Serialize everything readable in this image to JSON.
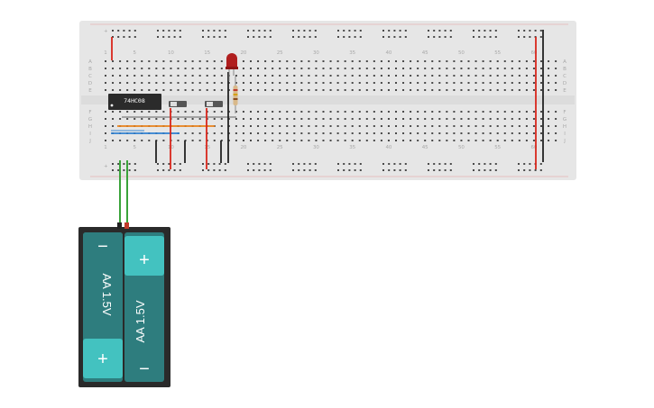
{
  "breadboard": {
    "column_numbers": [
      "1",
      "5",
      "10",
      "15",
      "20",
      "25",
      "30",
      "35",
      "40",
      "45",
      "50",
      "55",
      "60"
    ],
    "row_letters_top": [
      "A",
      "B",
      "C",
      "D",
      "E"
    ],
    "row_letters_bottom": [
      "F",
      "G",
      "H",
      "I",
      "J"
    ],
    "rail_signs": [
      "+",
      "-"
    ]
  },
  "chip": {
    "label": "74HC08",
    "color": "#2b2b2b"
  },
  "led": {
    "color": "#b01e1e"
  },
  "resistor": {
    "bands": [
      "#c0392b",
      "#d4a017",
      "#8a4b1e"
    ]
  },
  "wire_colors": {
    "red": "#d9261c",
    "black": "#222222",
    "orange": "#e8811b",
    "blue": "#2f80d1",
    "gray": "#9a9a9a",
    "green": "#3aa33a"
  },
  "battery_pack": {
    "cells": [
      {
        "label": "AA 1.5V",
        "top_terminal": "−",
        "bottom_terminal": "+"
      },
      {
        "label": "AA 1.5V",
        "top_terminal": "+",
        "bottom_terminal": "−"
      }
    ],
    "body_color": "#2e7d7e",
    "cap_color": "#43c2c0",
    "holder_color": "#2a2a2a"
  }
}
